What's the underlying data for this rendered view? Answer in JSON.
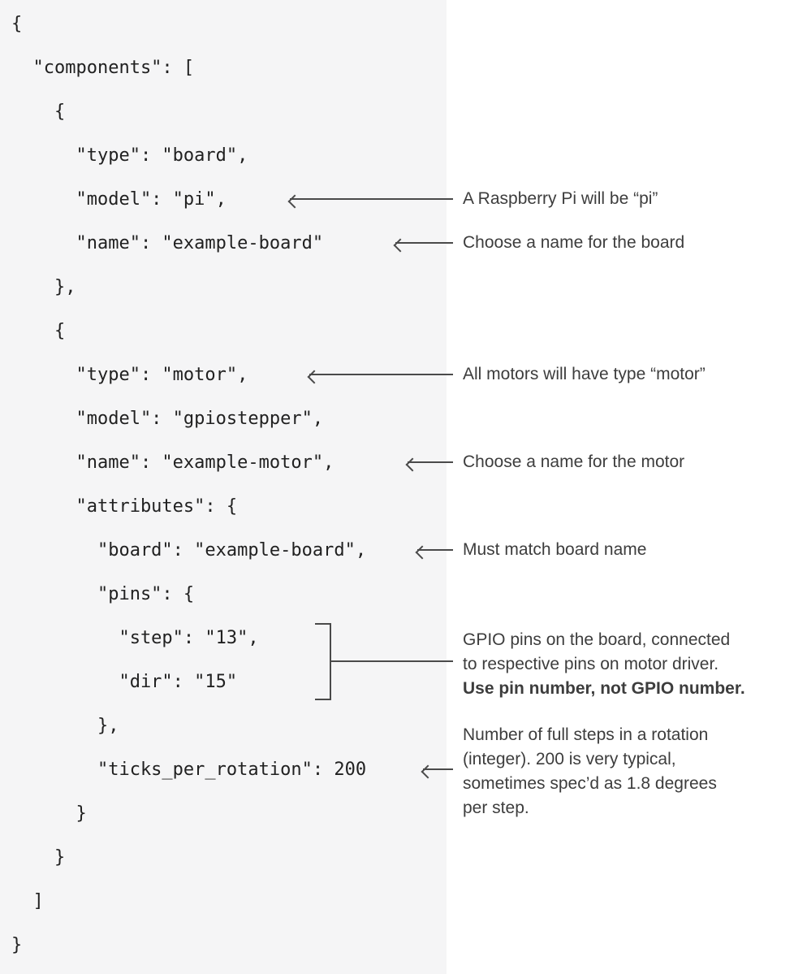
{
  "colors": {
    "code_panel_bg": "#f5f5f6",
    "page_bg": "#ffffff",
    "code_text": "#212121",
    "annotation_text": "#3d3d3d",
    "arrow": "#4a4a4a"
  },
  "code": {
    "lines": [
      "{",
      "  \"components\": [",
      "    {",
      "      \"type\": \"board\",",
      "      \"model\": \"pi\",",
      "      \"name\": \"example-board\"",
      "    },",
      "    {",
      "      \"type\": \"motor\",",
      "      \"model\": \"gpiostepper\",",
      "      \"name\": \"example-motor\",",
      "      \"attributes\": {",
      "        \"board\": \"example-board\",",
      "        \"pins\": {",
      "          \"step\": \"13\",",
      "          \"dir\": \"15\"",
      "        },",
      "        \"ticks_per_rotation\": 200",
      "      }",
      "    }",
      "  ]",
      "}"
    ]
  },
  "annotations": {
    "pi_model": "A Raspberry Pi will be “pi”",
    "board_name": "Choose a name for the board",
    "motor_type": "All motors will have type “motor”",
    "motor_name": "Choose a name for the motor",
    "board_match": "Must match board name",
    "pins_lines": [
      "GPIO pins on the board, connected",
      "to respective pins on motor driver."
    ],
    "pins_bold": "Use pin number, not GPIO number.",
    "ticks_lines": [
      "Number of full steps in a rotation",
      "(integer). 200 is very typical,",
      "sometimes spec’d as 1.8 degrees",
      "per step."
    ]
  }
}
